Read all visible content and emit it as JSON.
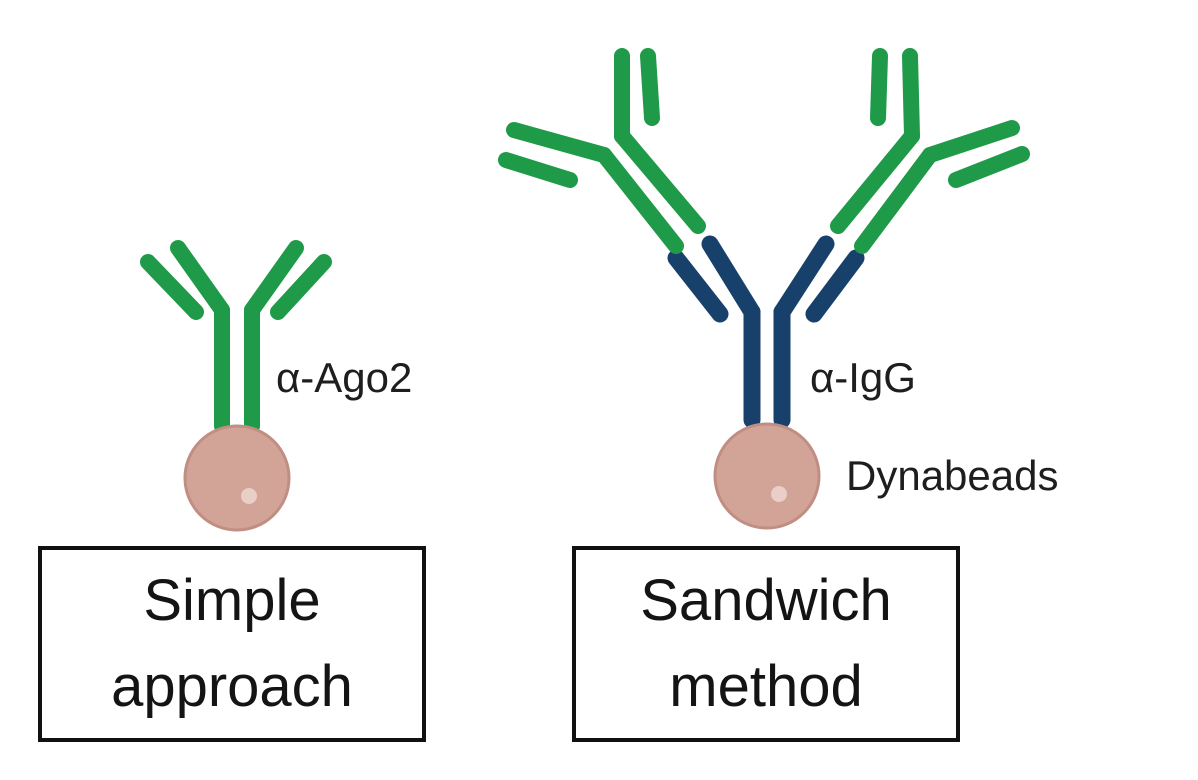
{
  "colors": {
    "antibody_green": "#1e9a48",
    "antibody_navy": "#17406b",
    "bead_fill": "#d2a498",
    "bead_stroke": "#c08e82",
    "bead_highlight": "#e9cfc8"
  },
  "simple": {
    "antibody_label": "α-Ago2",
    "box_line1": "Simple",
    "box_line2": "approach"
  },
  "sandwich": {
    "antibody_label": "α-IgG",
    "bead_label": "Dynabeads",
    "box_line1": "Sandwich",
    "box_line2": "method"
  }
}
